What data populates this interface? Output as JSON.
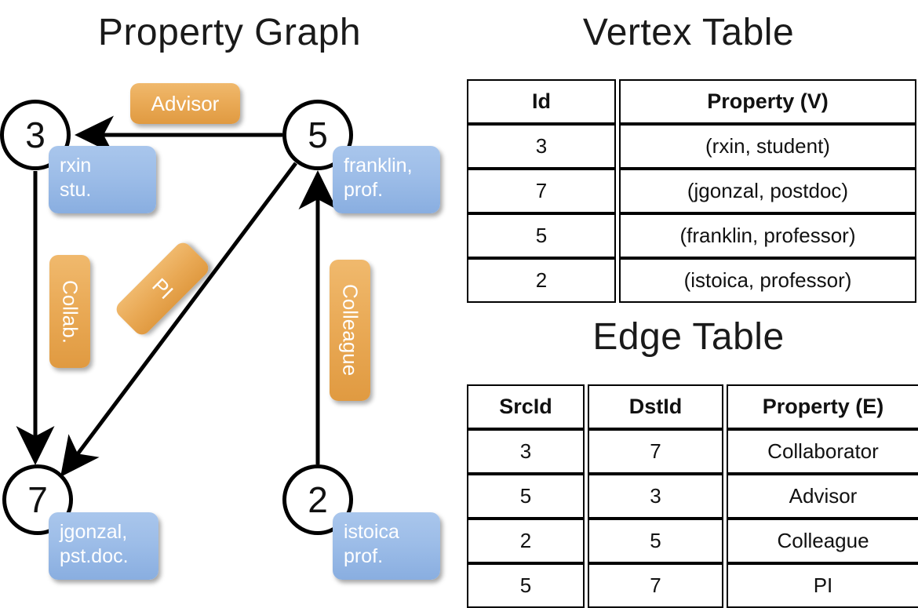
{
  "graph": {
    "title": "Property Graph",
    "nodes": [
      {
        "id": "3",
        "property_label": "rxin\nstu."
      },
      {
        "id": "5",
        "property_label": "franklin,\nprof."
      },
      {
        "id": "7",
        "property_label": "jgonzal,\npst.doc."
      },
      {
        "id": "2",
        "property_label": "istoica\nprof."
      }
    ],
    "node_labels": {
      "n3_line1": "rxin",
      "n3_line2": "stu.",
      "n5_line1": "franklin,",
      "n5_line2": "prof.",
      "n7_line1": "jgonzal,",
      "n7_line2": "pst.doc.",
      "n2_line1": "istoica",
      "n2_line2": "prof."
    },
    "edge_labels": {
      "advisor": "Advisor",
      "collab": "Collab.",
      "pi": "PI",
      "colleague": "Colleague"
    },
    "edges": [
      {
        "from": "5",
        "to": "3",
        "label": "Advisor"
      },
      {
        "from": "3",
        "to": "7",
        "label": "Collab."
      },
      {
        "from": "5",
        "to": "7",
        "label": "PI"
      },
      {
        "from": "2",
        "to": "5",
        "label": "Colleague"
      }
    ],
    "colors": {
      "vertex_box": "#9dbde8",
      "edge_box": "#e9a955",
      "stroke": "#000000"
    }
  },
  "vertex_table": {
    "title": "Vertex Table",
    "headers": [
      "Id",
      "Property (V)"
    ],
    "rows": [
      {
        "id": "3",
        "property": "(rxin, student)"
      },
      {
        "id": "7",
        "property": "(jgonzal, postdoc)"
      },
      {
        "id": "5",
        "property": "(franklin, professor)"
      },
      {
        "id": "2",
        "property": "(istoica, professor)"
      }
    ],
    "header_fill": "#ccd9ef"
  },
  "edge_table": {
    "title": "Edge Table",
    "headers": [
      "SrcId",
      "DstId",
      "Property (E)"
    ],
    "rows": [
      {
        "src": "3",
        "dst": "7",
        "property": "Collaborator"
      },
      {
        "src": "5",
        "dst": "3",
        "property": "Advisor"
      },
      {
        "src": "2",
        "dst": "5",
        "property": "Colleague"
      },
      {
        "src": "5",
        "dst": "7",
        "property": "PI"
      }
    ],
    "header_fill": "#f7dfc5"
  }
}
